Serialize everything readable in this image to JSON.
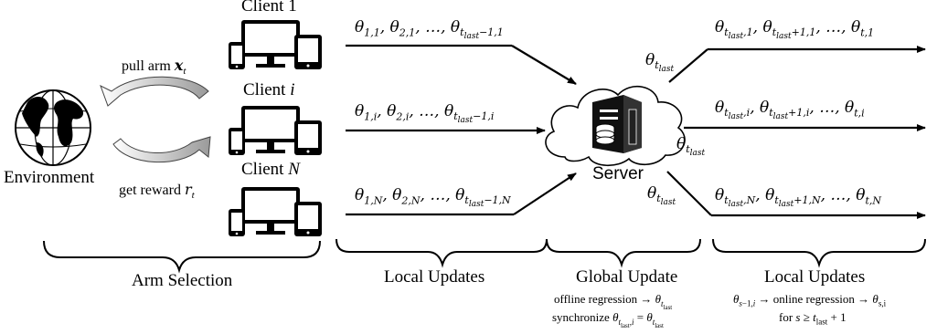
{
  "environment": {
    "label": "Environment"
  },
  "arm_actions": {
    "pull": "pull arm x_t",
    "reward": "get reward r_t"
  },
  "clients": [
    {
      "label": "Client 1"
    },
    {
      "label": "Client i"
    },
    {
      "label": "Client N"
    }
  ],
  "server": {
    "label": "Server"
  },
  "sequences": {
    "client1": "θ_{1,1}, θ_{2,1}, …, θ_{t_last−1,1}",
    "clienti": "θ_{1,i}, θ_{2,i}, …, θ_{t_last−1,i}",
    "clientN": "θ_{1,N}, θ_{2,N}, …, θ_{t_last−1,N}",
    "out1": "θ_{t_last,1}, θ_{t_last+1,1}, …, θ_{t,1}",
    "outi": "θ_{t_last,i}, θ_{t_last+1,i}, …, θ_{t,i}",
    "outN": "θ_{t_last,N}, θ_{t_last+1,N}, …, θ_{t,N}",
    "theta_last": "θ_{t_last}"
  },
  "sections": {
    "arm_selection": "Arm Selection",
    "local_updates_1": "Local Updates",
    "global_update": "Global Update",
    "global_note_1": "offline regression → θ_{t_last}",
    "global_note_2": "synchronize θ_{t_last,i} = θ_{t_last}",
    "local_updates_2": "Local Updates",
    "local_note_1": "θ_{s−1,i} → online regression → θ_{s,i}",
    "local_note_2": "for s ≥ t_last + 1"
  },
  "icons": [
    "globe-icon",
    "devices-icon",
    "cloud-server-icon"
  ]
}
